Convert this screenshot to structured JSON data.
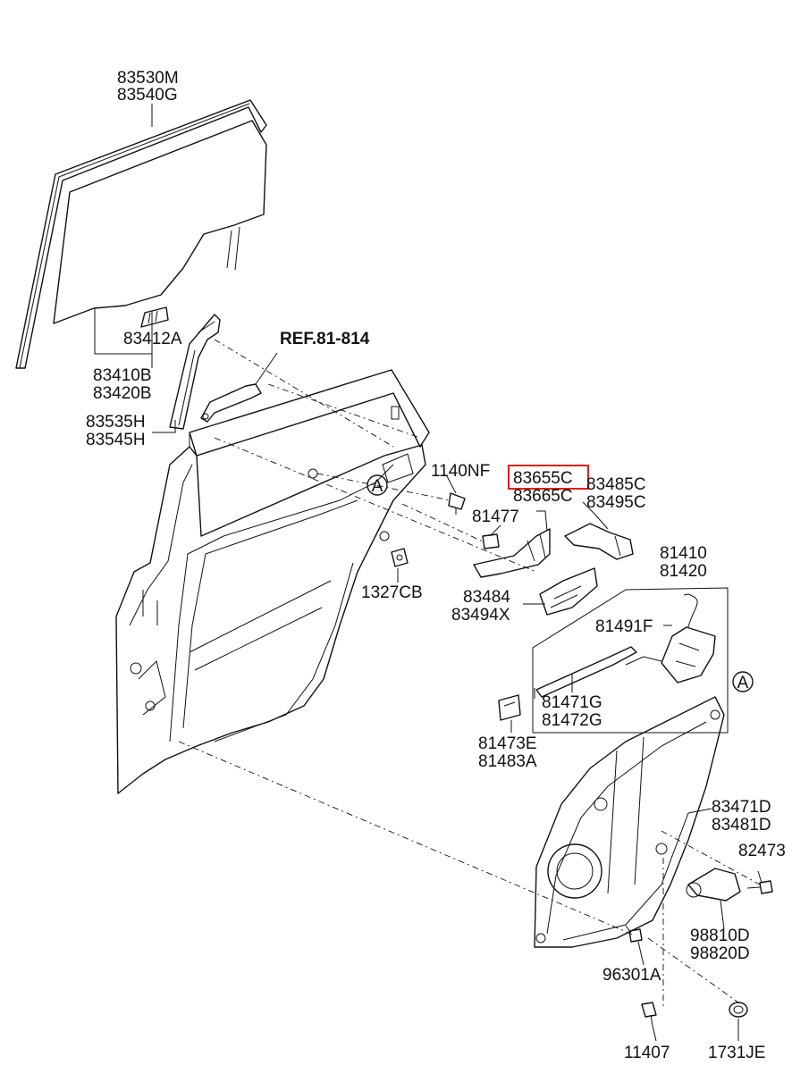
{
  "diagram": {
    "reference": "REF.81-814",
    "highlight_color": "#e0201a",
    "callout_letter": "A",
    "highlighted_part": "83655C",
    "labels": {
      "glass_run": [
        "83530M",
        "83540G"
      ],
      "clip": "83412A",
      "glass": [
        "83410B",
        "83420B"
      ],
      "sash": [
        "83535H",
        "83545H"
      ],
      "bolt_1140": "1140NF",
      "bolt_81477": "81477",
      "nut": "1327CB",
      "handle_bracket_top": "83655C",
      "handle_bracket_bottom": "83665C",
      "bracket_right": [
        "83485C",
        "83495C"
      ],
      "bracket_mid": [
        "83484",
        "83494X"
      ],
      "latch": [
        "81410",
        "81420"
      ],
      "latch_cable": "81491F",
      "cable": [
        "81471G",
        "81472G"
      ],
      "clip_small": [
        "81473E",
        "81483A"
      ],
      "regulator": [
        "83471D",
        "83481D"
      ],
      "screw_82473": "82473",
      "motor": [
        "98810D",
        "98820D"
      ],
      "screw_96301": "96301A",
      "bolt_11407": "11407",
      "plug": "1731JE"
    }
  }
}
